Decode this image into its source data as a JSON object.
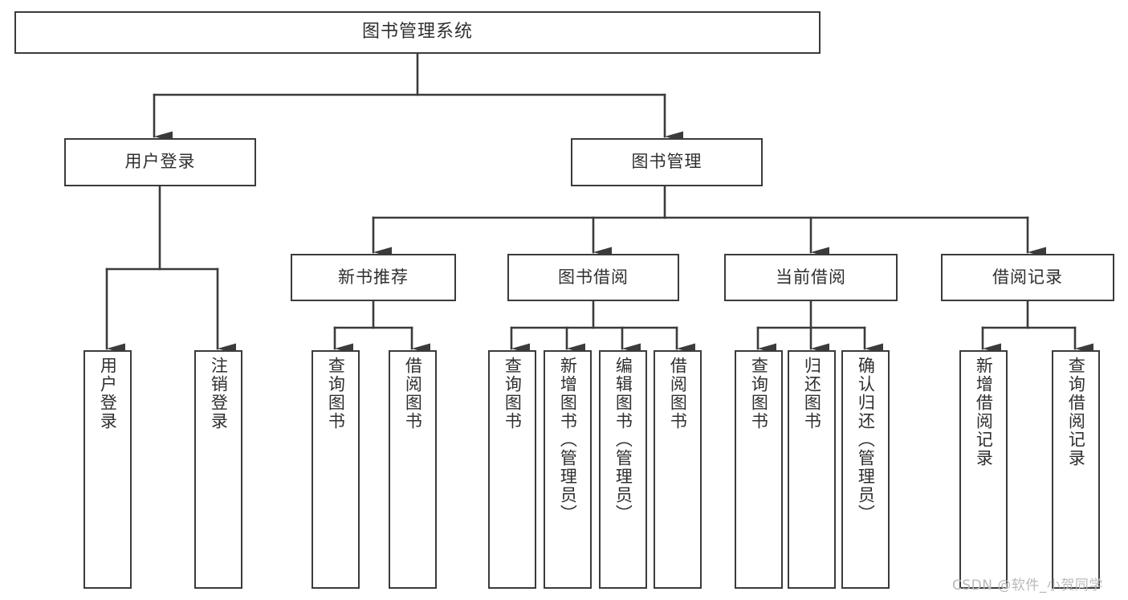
{
  "diagram": {
    "title": "图书管理系统",
    "type": "tree",
    "watermark": "CSDN @软件_小贺同学",
    "colors": {
      "stroke": "#3b3b3b",
      "text": "#2f2f2f",
      "background": "#ffffff",
      "watermark": "#b9b9b9"
    },
    "root": {
      "label": "图书管理系统"
    },
    "level2": [
      {
        "label": "用户登录"
      },
      {
        "label": "图书管理"
      }
    ],
    "level3": [
      {
        "label": "新书推荐"
      },
      {
        "label": "图书借阅"
      },
      {
        "label": "当前借阅"
      },
      {
        "label": "借阅记录"
      }
    ],
    "leaves": {
      "user_login": [
        {
          "label": "用户登录"
        },
        {
          "label": "注销登录"
        }
      ],
      "new_book_recommend": [
        {
          "label": "查询图书"
        },
        {
          "label": "借阅图书"
        }
      ],
      "book_borrow": [
        {
          "label": "查询图书"
        },
        {
          "label": "新增图书（管理员）"
        },
        {
          "label": "编辑图书（管理员）"
        },
        {
          "label": "借阅图书"
        }
      ],
      "current_borrow": [
        {
          "label": "查询图书"
        },
        {
          "label": "归还图书"
        },
        {
          "label": "确认归还（管理员）"
        }
      ],
      "borrow_record": [
        {
          "label": "新增借阅记录"
        },
        {
          "label": "查询借阅记录"
        }
      ]
    }
  }
}
